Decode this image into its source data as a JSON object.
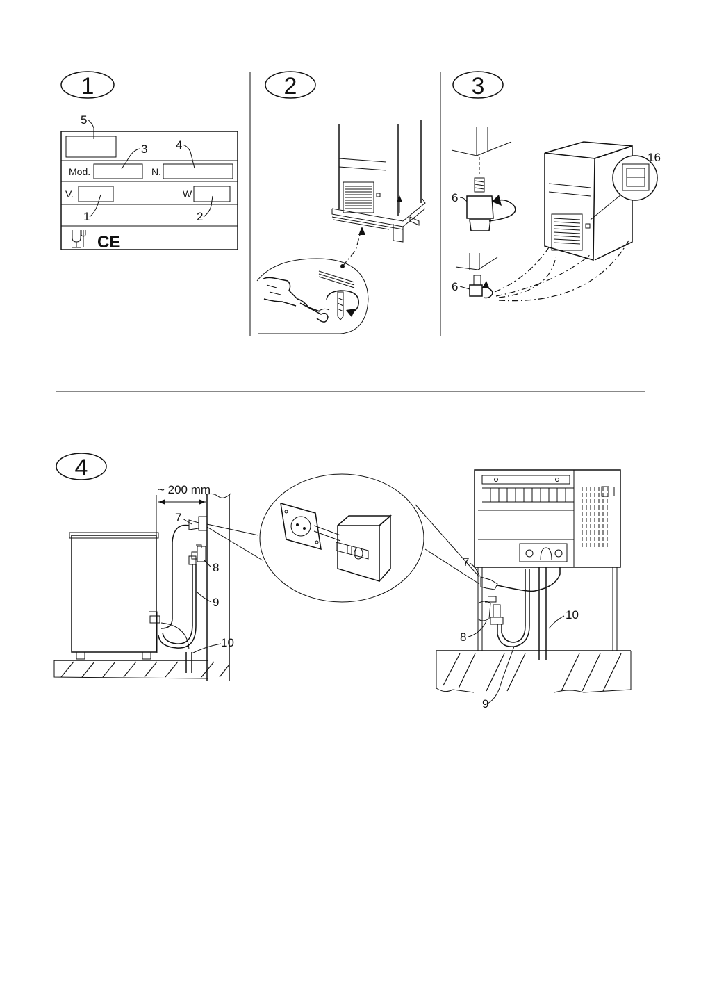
{
  "steps": [
    {
      "number": "1"
    },
    {
      "number": "2"
    },
    {
      "number": "3"
    },
    {
      "number": "4"
    }
  ],
  "rating_plate": {
    "mod_label": "Mod.",
    "n_label": "N.",
    "v_label": "V.",
    "w_label": "W",
    "mark": "CE",
    "callouts": [
      "5",
      "3",
      "4",
      "1",
      "2"
    ]
  },
  "step3_callouts": {
    "foot_top": "6",
    "foot_bottom": "6",
    "switch": "16"
  },
  "step4_left": {
    "distance": "~ 200 mm",
    "plug": "7",
    "tap": "8",
    "hose": "9",
    "drain": "10"
  },
  "step4_right": {
    "plug": "7",
    "tap": "8",
    "hose": "9",
    "drain": "10"
  }
}
